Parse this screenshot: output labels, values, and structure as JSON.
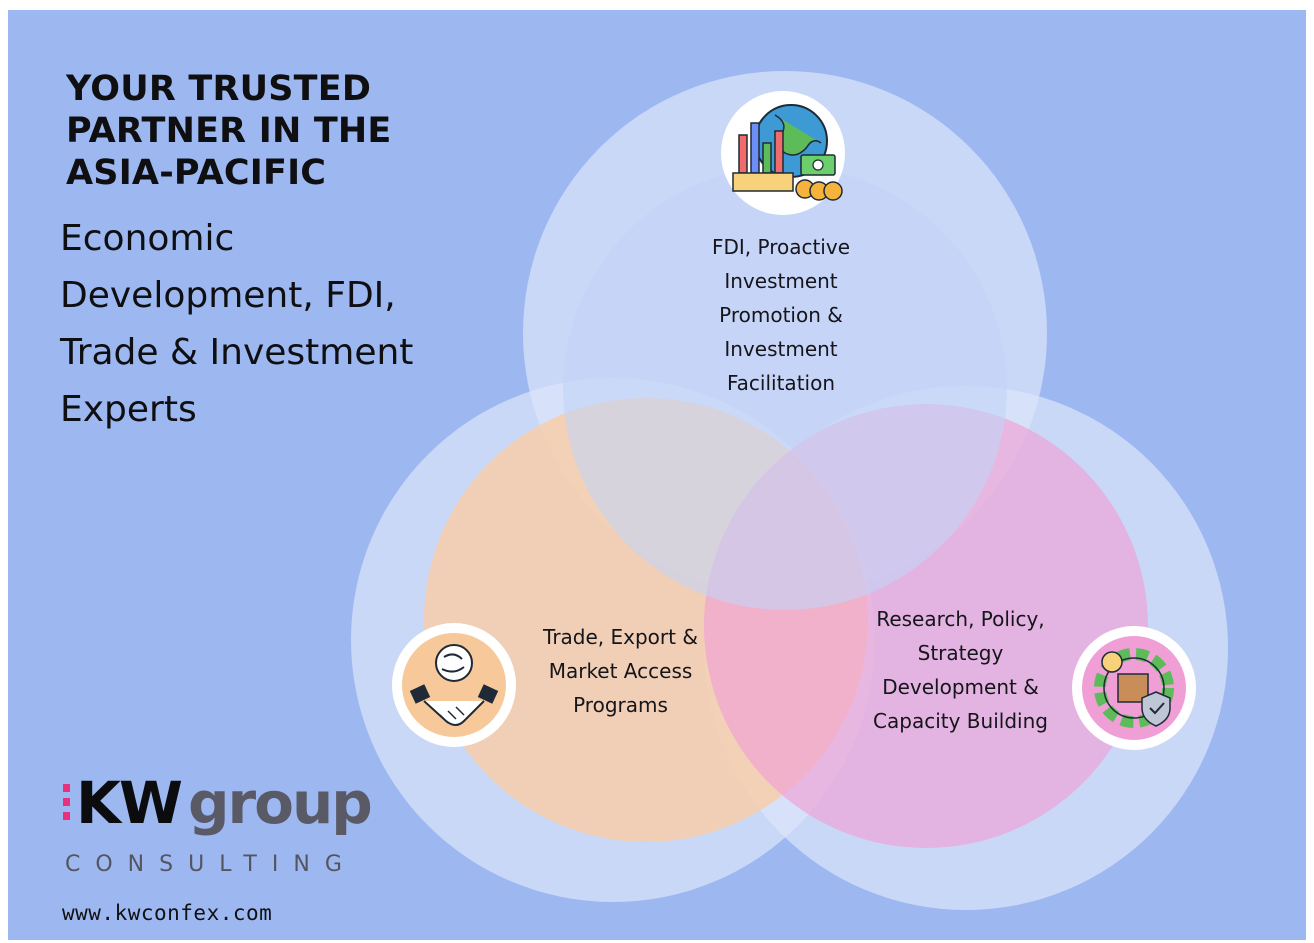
{
  "headline": {
    "line1": "YOUR TRUSTED",
    "line2": "PARTNER IN THE",
    "line3": "ASIA-PACIFIC"
  },
  "subhead": {
    "line1": "Economic",
    "line2": "Development, FDI,",
    "line3": "Trade & Investment",
    "line4": "Experts"
  },
  "circles": {
    "top": {
      "label": "FDI, Proactive\nInvestment\nPromotion &\nInvestment\nFacilitation",
      "icon": "globe-chart-money-icon"
    },
    "left": {
      "label": "Trade, Export &\nMarket Access\nPrograms",
      "icon": "handshake-icon"
    },
    "right": {
      "label": "Research, Policy,\nStrategy\nDevelopment  &\nCapacity Building",
      "icon": "gear-lightbulb-shield-icon"
    }
  },
  "logo": {
    "kw": "KW",
    "group": "group",
    "consulting": "CONSULTING",
    "accent_color": "#e8307c"
  },
  "website": "www.kwconfex.com",
  "colors": {
    "background": "#9db8f1",
    "ring": "#dde6fb",
    "top_fill": "#c3d4f7",
    "left_fill": "#f7ceaa",
    "right_fill": "#ef9fd6"
  }
}
